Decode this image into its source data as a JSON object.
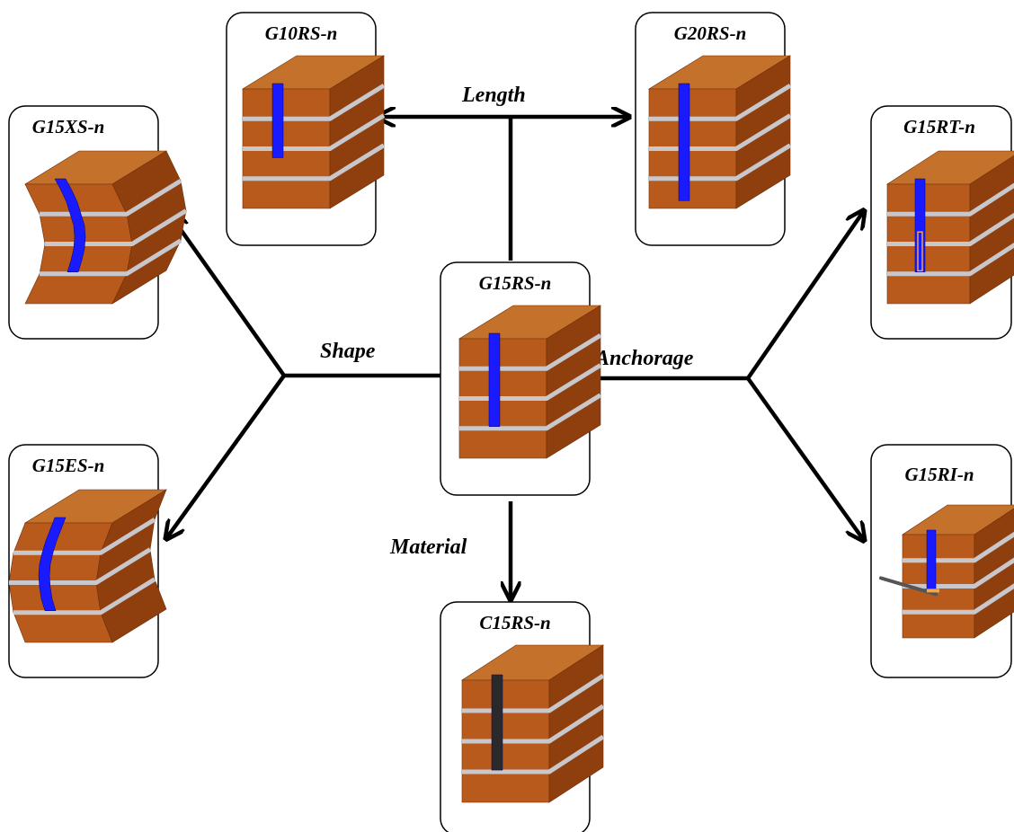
{
  "diagram": {
    "center": {
      "label": "G15RS-n"
    },
    "branches": {
      "length": {
        "label": "Length",
        "specimens": [
          "G10RS-n",
          "G20RS-n"
        ]
      },
      "shape": {
        "label": "Shape",
        "specimens": [
          "G15XS-n",
          "G15ES-n"
        ]
      },
      "anchorage": {
        "label": "Anchorage",
        "specimens": [
          "G15RT-n",
          "G15RI-n"
        ]
      },
      "material": {
        "label": "Material",
        "specimens": [
          "C15RS-n"
        ]
      }
    },
    "colors": {
      "brick_front": "#b85a1c",
      "brick_top": "#c4712c",
      "brick_side": "#8f3f0e",
      "mortar": "#c8c8cc",
      "gfrp_strip": "#1a1aff",
      "cfrp_strip": "#2a2a2a"
    }
  }
}
